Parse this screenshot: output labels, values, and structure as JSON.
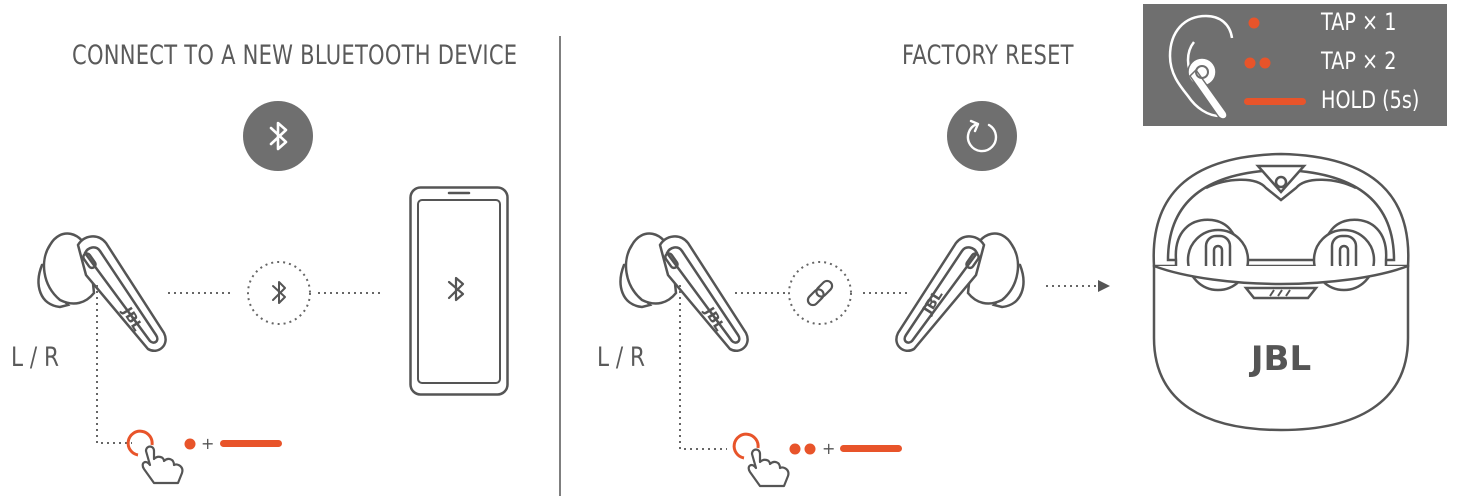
{
  "left_panel": {
    "title": "CONNECT TO A NEW BLUETOOTH DEVICE",
    "earbud_side_label": "L / R",
    "icon": "bluetooth-icon",
    "earbud_brand": "JBL",
    "step": {
      "gesture": "tap-gesture",
      "taps": 1,
      "then": "hold",
      "plus": "+"
    }
  },
  "right_panel": {
    "title": "FACTORY RESET",
    "earbud_side_label": "L / R",
    "icon": "reset-icon",
    "earbud_brand": "JBL",
    "case_brand": "JBL",
    "step": {
      "gesture": "tap-gesture",
      "taps": 2,
      "then": "hold",
      "plus": "+"
    }
  },
  "legend": {
    "items": [
      {
        "symbol": "single-dot",
        "label": "TAP × 1"
      },
      {
        "symbol": "double-dot",
        "label": "TAP × 2"
      },
      {
        "symbol": "bar",
        "label": "HOLD (5s)"
      }
    ]
  },
  "colors": {
    "accent": "#e8542a",
    "icon_circle": "#6f6f6f",
    "legend_bg": "#6f6f6f",
    "line": "#666666",
    "text": "#5a5a5a"
  }
}
